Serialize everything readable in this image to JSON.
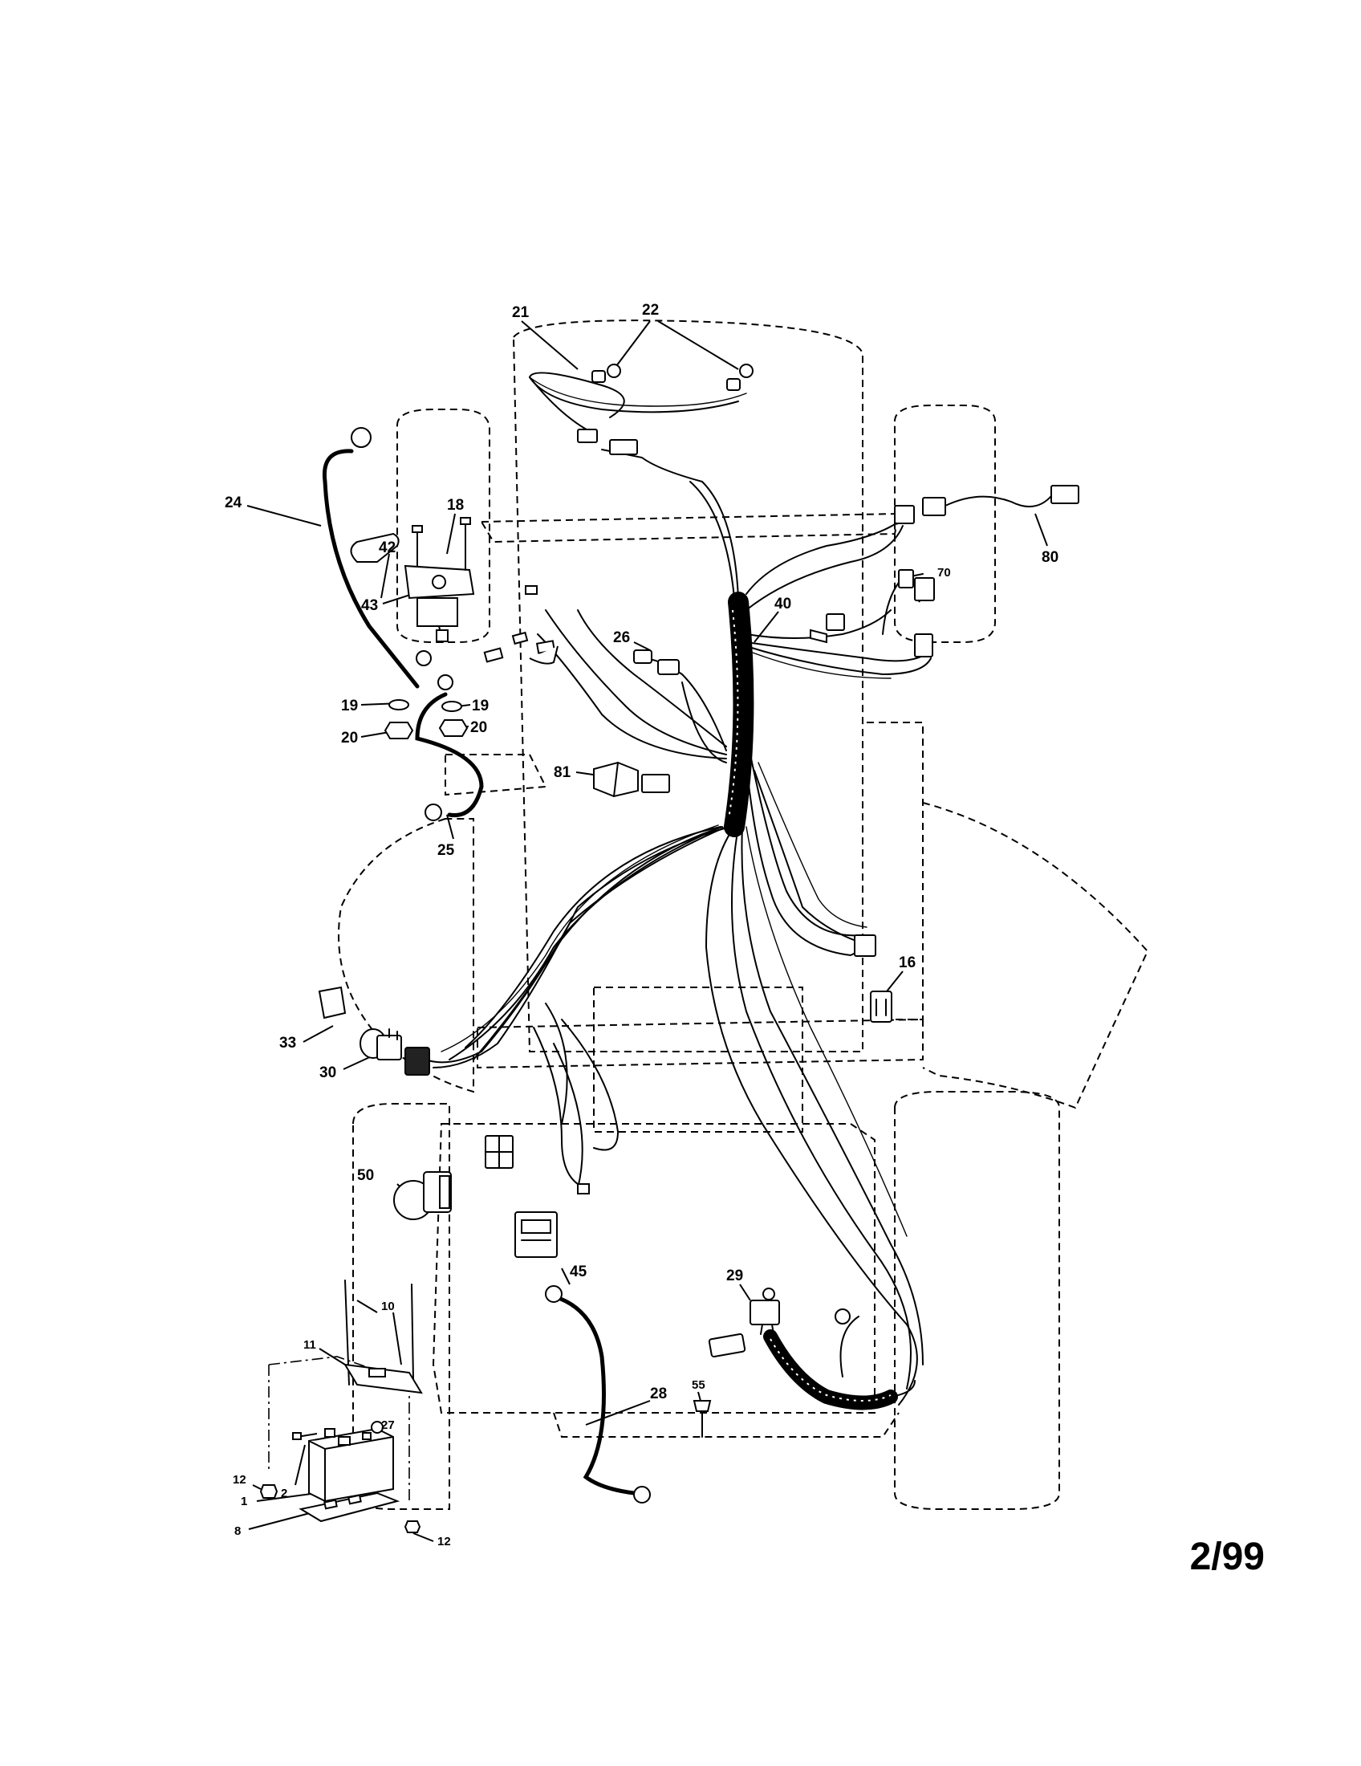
{
  "callouts": {
    "c1": "1",
    "c2": "2",
    "c8": "8",
    "c10": "10",
    "c11": "11",
    "c12a": "12",
    "c12b": "12",
    "c16": "16",
    "c18": "18",
    "c19a": "19",
    "c19b": "19",
    "c20a": "20",
    "c20b": "20",
    "c21": "21",
    "c22": "22",
    "c24": "24",
    "c25": "25",
    "c26": "26",
    "c27": "27",
    "c28": "28",
    "c29": "29",
    "c30": "30",
    "c33": "33",
    "c40": "40",
    "c42": "42",
    "c43": "43",
    "c45": "45",
    "c50": "50",
    "c55": "55",
    "c70": "70",
    "c80": "80",
    "c81": "81"
  },
  "page_number": "2/99"
}
